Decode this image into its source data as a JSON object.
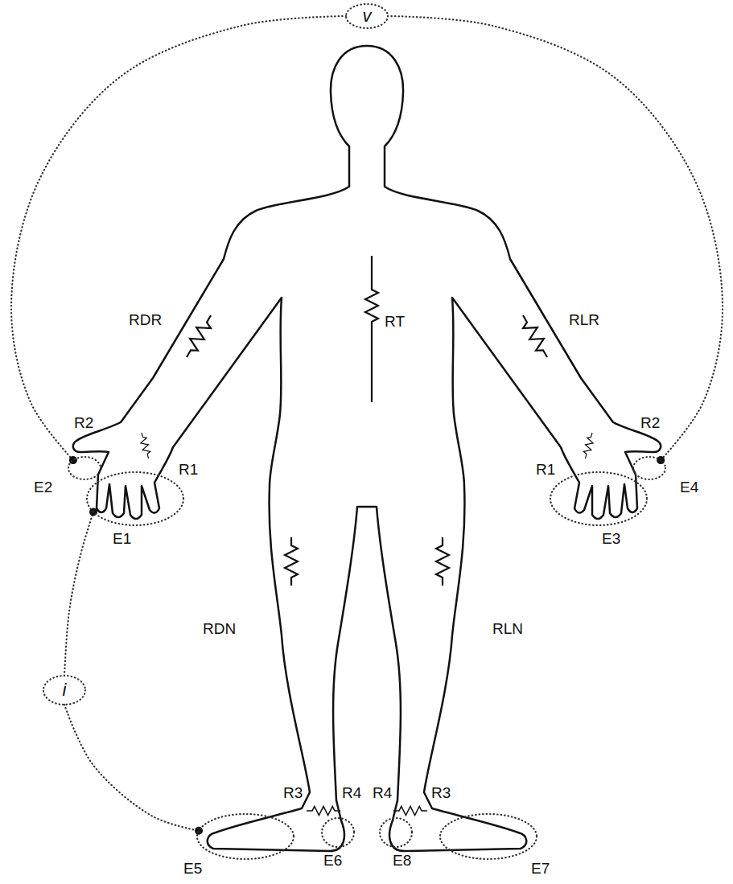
{
  "diagram": {
    "nodes": [
      {
        "text": [
          "v"
        ]
      },
      {
        "text": [
          "E2"
        ]
      },
      {
        "text": [
          "E4"
        ]
      },
      {
        "text": [
          "E1"
        ]
      },
      {
        "text": [
          "E3"
        ]
      },
      {
        "text": [
          "i"
        ]
      },
      {
        "text": [
          "E5"
        ]
      },
      {
        "text": [
          "E6"
        ]
      },
      {
        "text": [
          "E8"
        ]
      },
      {
        "text": [
          "E7"
        ]
      }
    ],
    "edges": [
      {
        "from": 0,
        "to": 1,
        "arrow": "none"
      },
      {
        "from": 0,
        "to": 2,
        "arrow": "none"
      },
      {
        "from": 5,
        "to": 3,
        "arrow": "none"
      },
      {
        "from": 5,
        "to": 6,
        "arrow": "none"
      }
    ],
    "labels": [
      "RDR",
      "RT",
      "RLR",
      "R2",
      "R1",
      "R2",
      "R1",
      "RDN",
      "RLN",
      "R3",
      "R4",
      "R4",
      "R3"
    ]
  }
}
